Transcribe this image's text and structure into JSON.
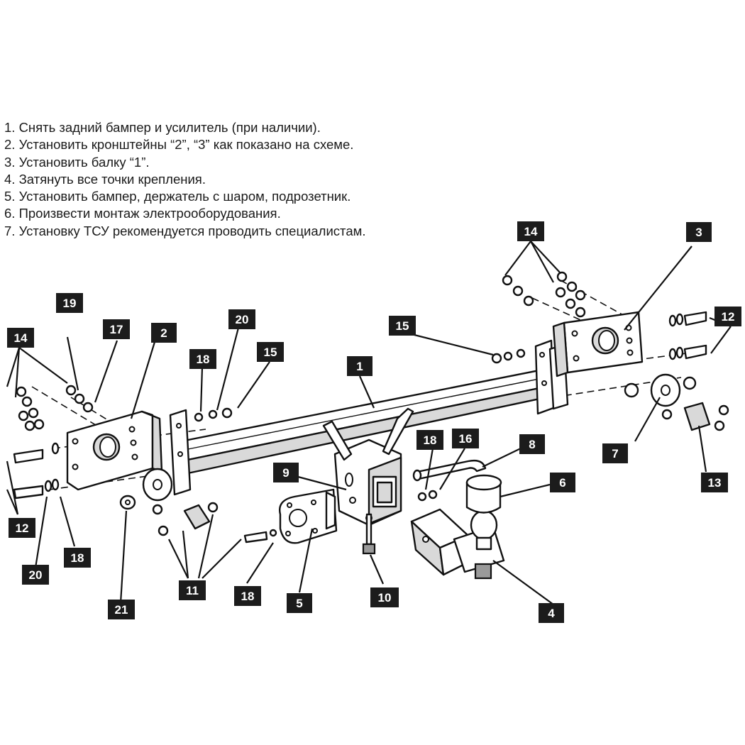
{
  "instructions": [
    "1. Снять задний бампер и усилитель (при наличии).",
    "2. Установить кронштейны “2”, “3” как показано на схеме.",
    "3. Установить балку “1”.",
    "4. Затянуть все точки крепления.",
    "5. Установить бампер, держатель с шаром, подрозетник.",
    "6. Произвести монтаж электрооборудования.",
    "7. Установку ТСУ рекомендуется проводить специалистам."
  ],
  "callouts": {
    "c1": "1",
    "c2": "2",
    "c3": "3",
    "c4": "4",
    "c5": "5",
    "c6": "6",
    "c7": "7",
    "c8": "8",
    "c9": "9",
    "c10": "10",
    "c11": "11",
    "c12_left": "12",
    "c12_right": "12",
    "c13": "13",
    "c14_left": "14",
    "c14_right": "14",
    "c15_left": "15",
    "c15_right": "15",
    "c16": "16",
    "c17": "17",
    "c18_top": "18",
    "c18_bottom_left": "18",
    "c18_bottom_mid": "18",
    "c18_right": "18",
    "c19": "19",
    "c20_top": "20",
    "c20_bottom": "20",
    "c21": "21"
  }
}
